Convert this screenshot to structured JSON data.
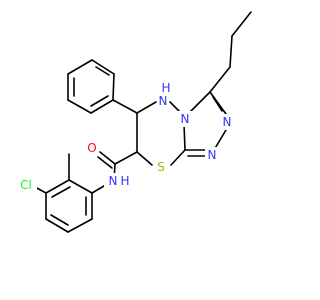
{
  "structure": {
    "atom_labels": {
      "nh_ring": "H",
      "nh_ring_n": "N",
      "n_fused": "N",
      "n_triazole_1": "N",
      "n_triazole_2": "N",
      "s_thiadiazine": "S",
      "o_carbonyl": "O",
      "nh_amide": "N",
      "nh_amide_h": "H",
      "cl": "Cl"
    },
    "colors": {
      "nitrogen": "#3333ff",
      "oxygen": "#ff0d0d",
      "sulfur": "#b2b200",
      "chlorine": "#1ff01f",
      "bond": "#000000"
    }
  }
}
